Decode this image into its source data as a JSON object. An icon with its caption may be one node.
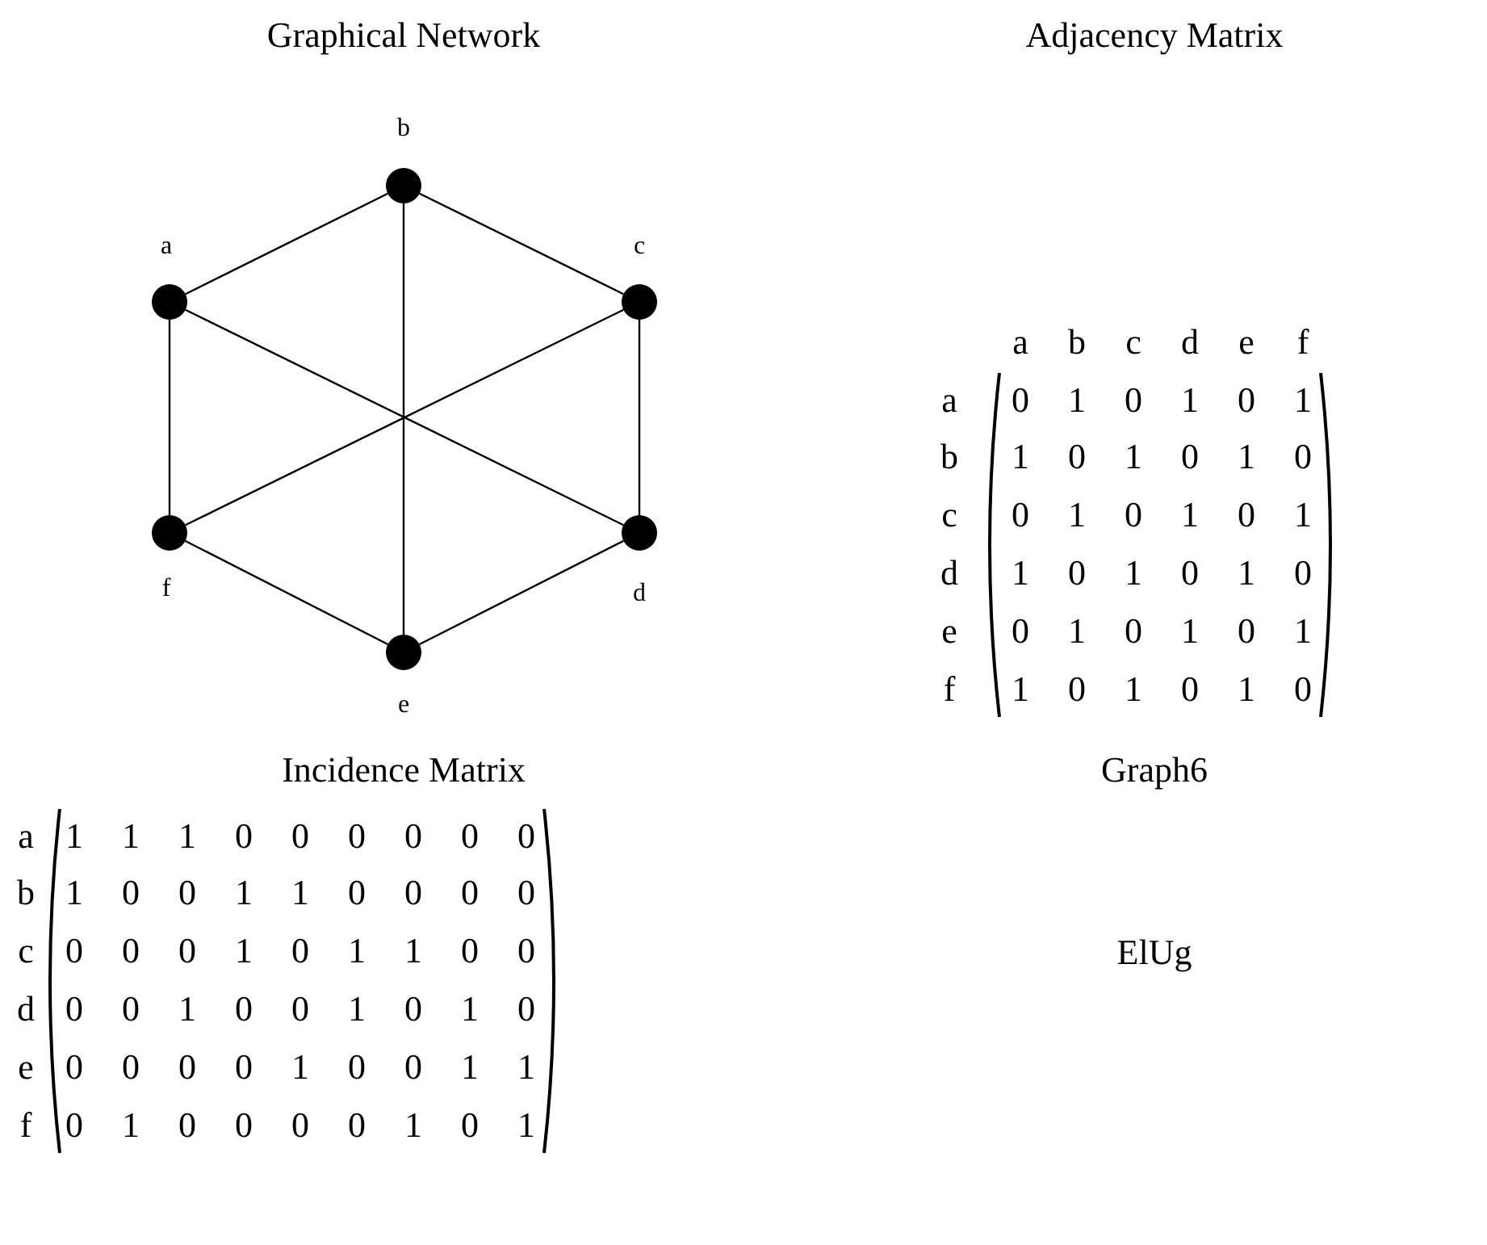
{
  "diagram": {
    "nodes": [
      {
        "text": [],
        "shape": "circle",
        "beside": [
          "b"
        ]
      },
      {
        "text": [],
        "shape": "circle",
        "beside": [
          "a"
        ]
      },
      {
        "text": [],
        "shape": "circle",
        "beside": [
          "c"
        ]
      },
      {
        "text": [],
        "shape": "circle",
        "beside": [
          "f"
        ]
      },
      {
        "text": [],
        "shape": "circle",
        "beside": [
          "d"
        ]
      },
      {
        "text": [],
        "shape": "circle",
        "beside": [
          "e"
        ]
      }
    ],
    "edges": [
      {
        "from": 1,
        "to": 0,
        "arrow": "none"
      },
      {
        "from": 0,
        "to": 2,
        "arrow": "none"
      },
      {
        "from": 2,
        "to": 4,
        "arrow": "none"
      },
      {
        "from": 4,
        "to": 5,
        "arrow": "none"
      },
      {
        "from": 5,
        "to": 3,
        "arrow": "none"
      },
      {
        "from": 3,
        "to": 1,
        "arrow": "none"
      },
      {
        "from": 1,
        "to": 4,
        "arrow": "none"
      },
      {
        "from": 0,
        "to": 5,
        "arrow": "none"
      },
      {
        "from": 2,
        "to": 3,
        "arrow": "none"
      }
    ],
    "labels": [
      "Graphical Network",
      "Adjacency Matrix",
      "a",
      "b",
      "c",
      "d",
      "e",
      "f",
      "a",
      "0",
      "1",
      "0",
      "1",
      "0",
      "1",
      "b",
      "1",
      "0",
      "1",
      "0",
      "1",
      "0",
      "c",
      "0",
      "1",
      "0",
      "1",
      "0",
      "1",
      "d",
      "1",
      "0",
      "1",
      "0",
      "1",
      "0",
      "e",
      "0",
      "1",
      "0",
      "1",
      "0",
      "1",
      "f",
      "1",
      "0",
      "1",
      "0",
      "1",
      "0",
      "Incidence Matrix",
      "a",
      "1",
      "1",
      "1",
      "0",
      "0",
      "0",
      "0",
      "0",
      "0",
      "b",
      "1",
      "0",
      "0",
      "1",
      "1",
      "0",
      "0",
      "0",
      "0",
      "c",
      "0",
      "0",
      "0",
      "1",
      "0",
      "1",
      "1",
      "0",
      "0",
      "d",
      "0",
      "0",
      "1",
      "0",
      "0",
      "1",
      "0",
      "1",
      "0",
      "e",
      "0",
      "0",
      "0",
      "0",
      "1",
      "0",
      "0",
      "1",
      "1",
      "f",
      "0",
      "1",
      "0",
      "0",
      "0",
      "0",
      "1",
      "0",
      "1",
      "Graph6",
      "ElUg"
    ]
  }
}
